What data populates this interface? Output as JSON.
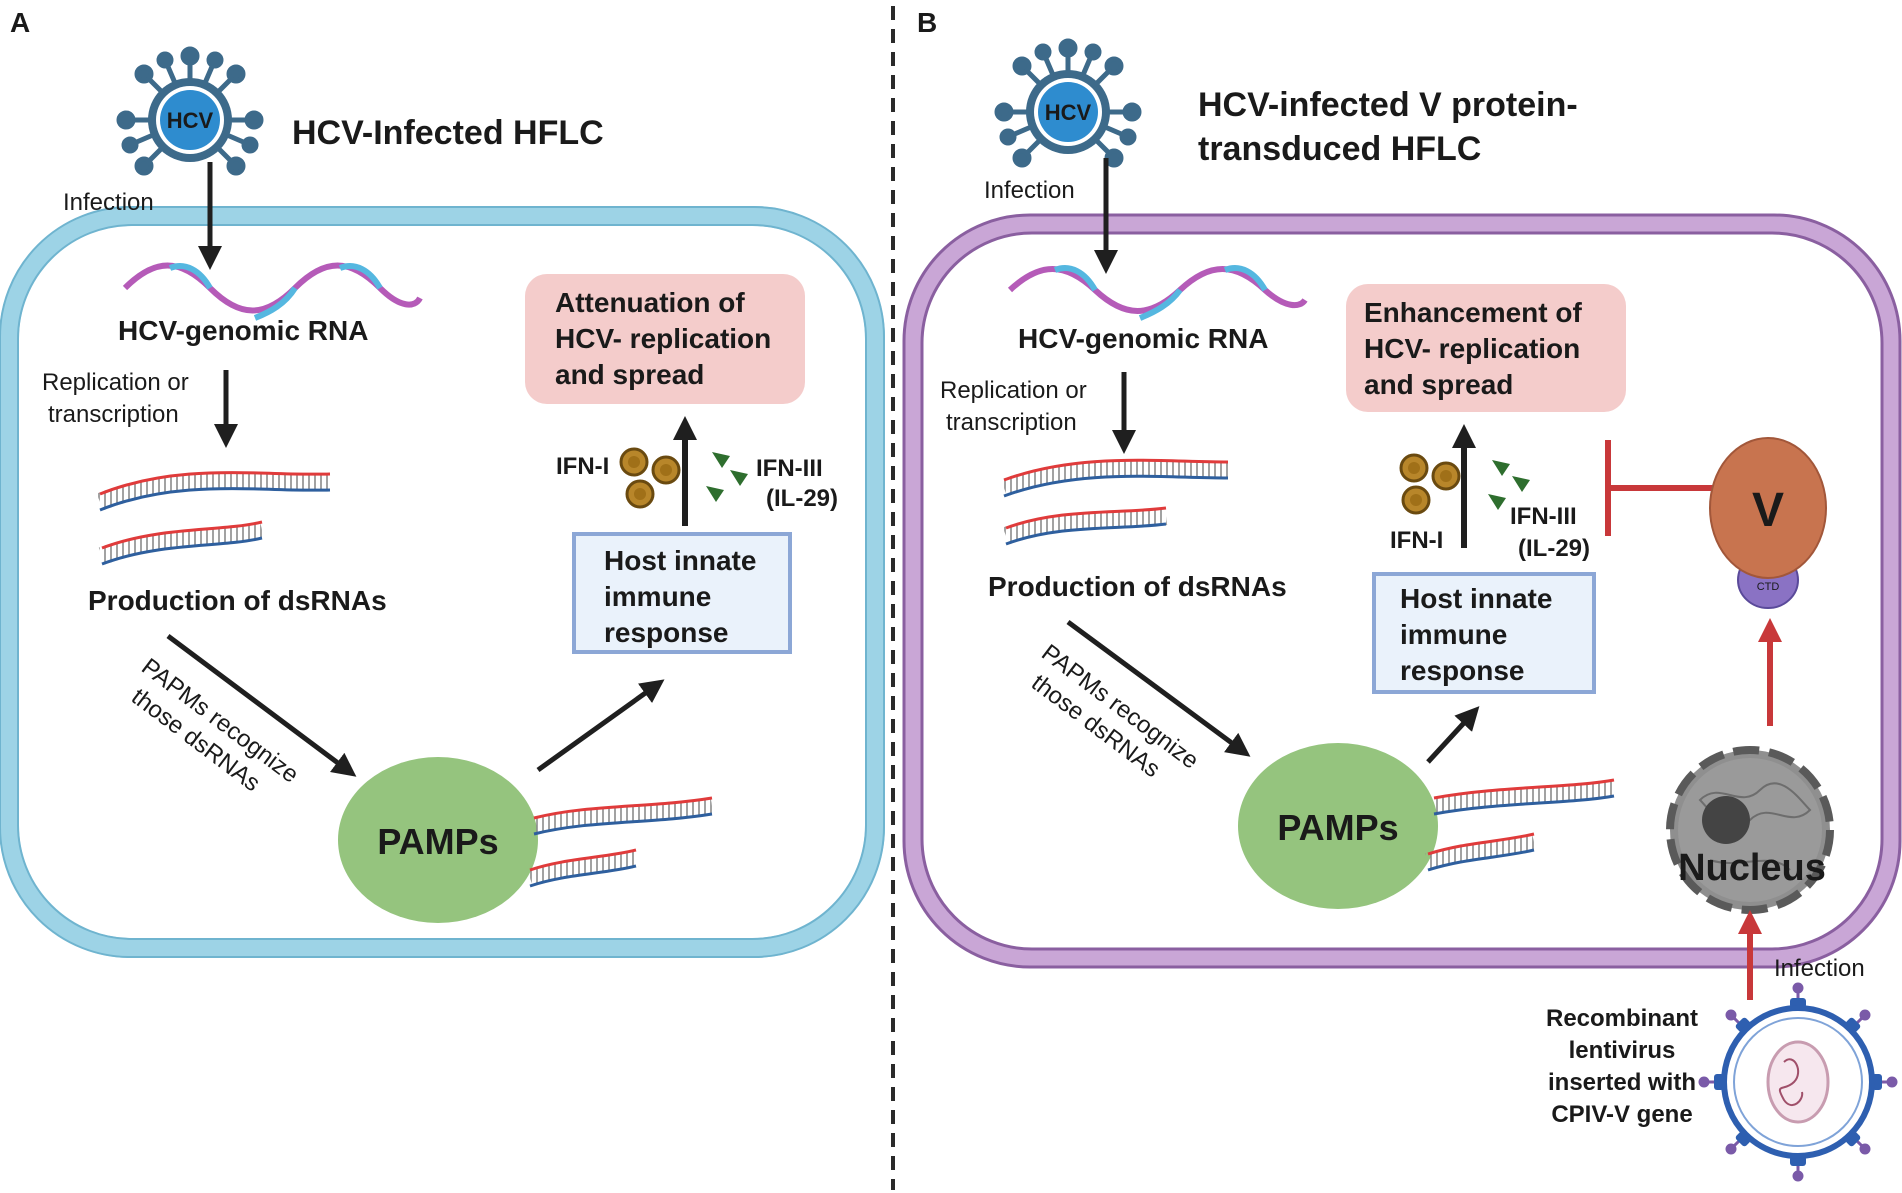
{
  "panel_a": {
    "letter": "A",
    "title": "HCV-Infected HFLC",
    "virus_label": "HCV",
    "infection_label": "Infection",
    "rna_label": "HCV-genomic RNA",
    "replication_line1": "Replication or",
    "replication_line2": "transcription",
    "dsrna_label": "Production of dsRNAs",
    "papms_line1": "PAPMs recognize",
    "papms_line2": "those dsRNAs",
    "pamps_label": "PAMPs",
    "response_line1": "Host innate",
    "response_line2": "immune",
    "response_line3": "response",
    "ifn1_label": "IFN-I",
    "ifn3_line1": "IFN-III",
    "ifn3_line2": "(IL-29)",
    "outcome_line1": "Attenuation of",
    "outcome_line2": "HCV- replication",
    "outcome_line3": "and spread"
  },
  "panel_b": {
    "letter": "B",
    "title_line1": "HCV-infected V protein-",
    "title_line2": "transduced HFLC",
    "virus_label": "HCV",
    "infection_label": "Infection",
    "rna_label": "HCV-genomic RNA",
    "replication_line1": "Replication or",
    "replication_line2": "transcription",
    "dsrna_label": "Production of dsRNAs",
    "papms_line1": "PAPMs recognize",
    "papms_line2": "those dsRNAs",
    "pamps_label": "PAMPs",
    "response_line1": "Host innate",
    "response_line2": "immune",
    "response_line3": "response",
    "ifn1_label": "IFN-I",
    "ifn3_line1": "IFN-III",
    "ifn3_line2": "(IL-29)",
    "outcome_line1": "Enhancement of",
    "outcome_line2": "HCV- replication",
    "outcome_line3": "and spread",
    "v_protein_label": "V",
    "ctd_label": "CTD",
    "nucleus_label": "Nucleus",
    "lentivirus_infection_label": "Infection",
    "lentivirus_line1": "Recombinant",
    "lentivirus_line2": "lentivirus",
    "lentivirus_line3": "inserted with",
    "lentivirus_line4": "CPIV-V gene"
  },
  "colors": {
    "attenuation_text": "#e8262a",
    "enhancement_text": "#5b8c3e",
    "outcome_box": "#f4cccb",
    "cell_a_membrane": "#9dd3e6",
    "cell_b_membrane": "#a57cb5",
    "pamps_fill": "#95c47e",
    "inhibit_red": "#c8383a",
    "virus_blue": "#2e7cbf",
    "v_protein": "#c8744f",
    "response_box": "#eaf2fb"
  }
}
